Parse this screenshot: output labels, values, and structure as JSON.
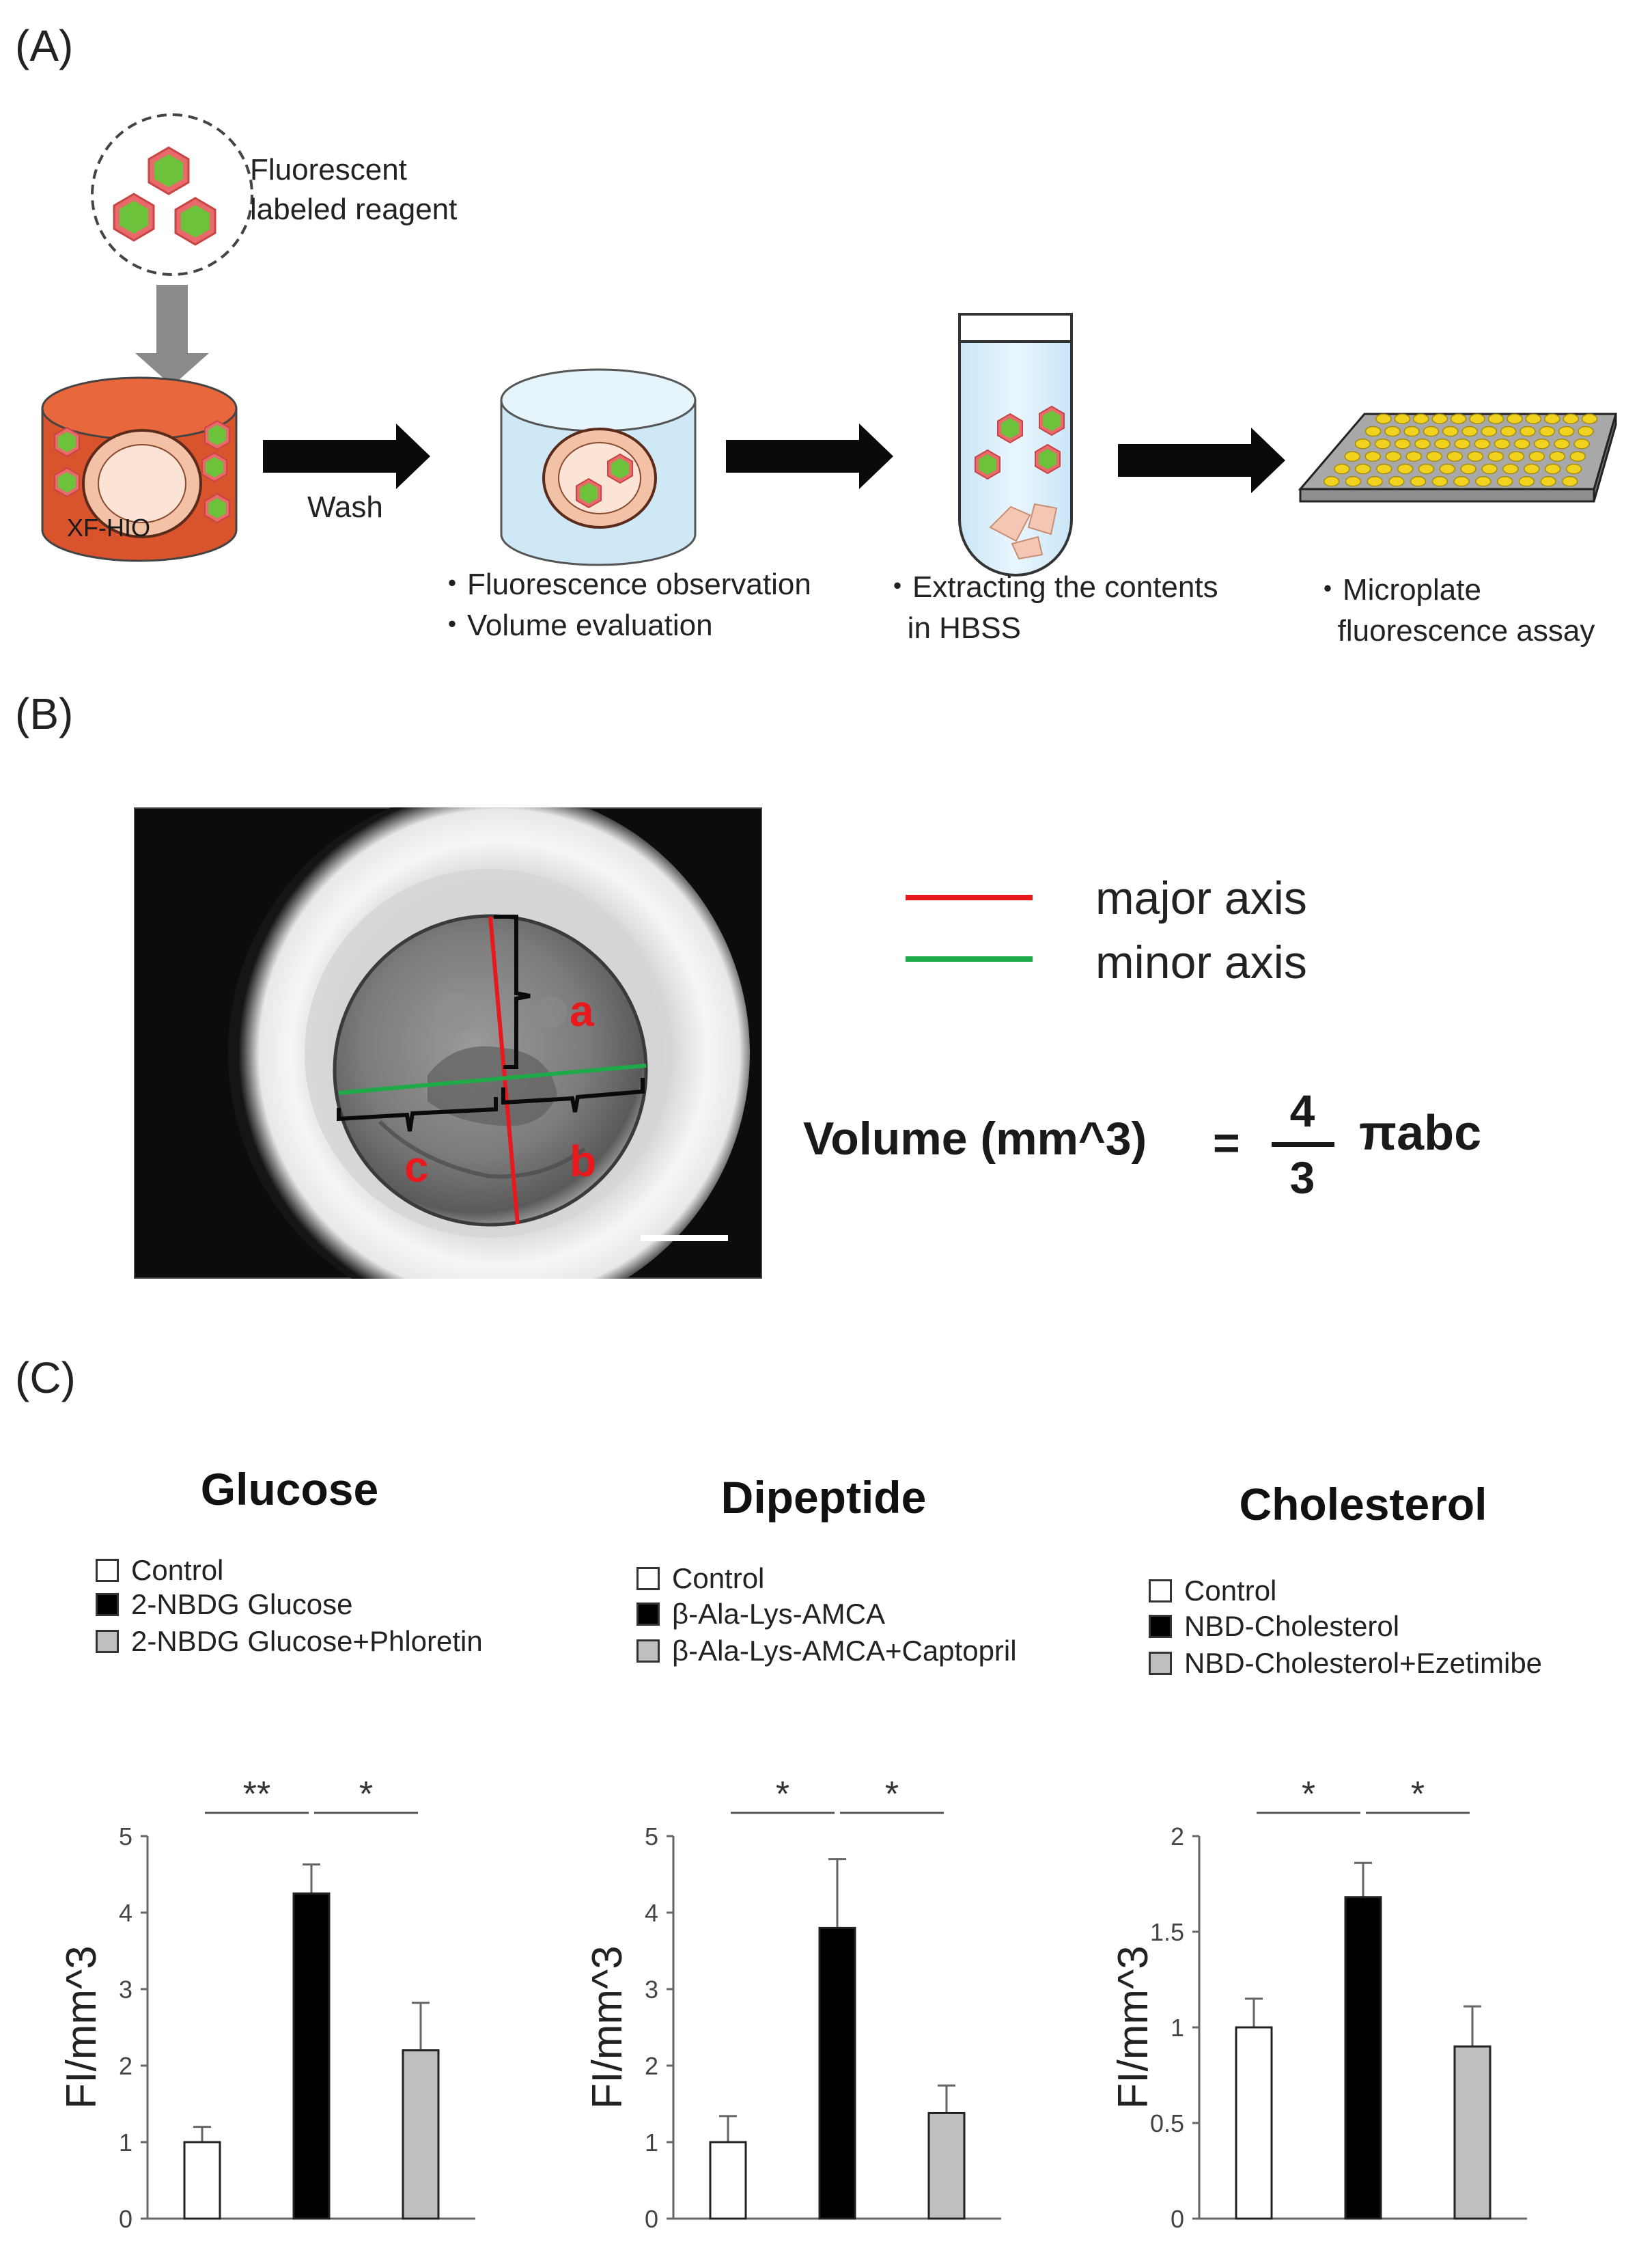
{
  "panel_a": {
    "label": "(A)",
    "reagent_label": "Fluorescent\nlabeled reagent",
    "organoid_label": "XF-HIO",
    "wash_label": "Wash",
    "steps": [
      "・Fluorescence observation\n・Volume evaluation",
      "・Extracting the contents\n   in HBSS",
      "・Microplate\n   fluorescence assay"
    ]
  },
  "panel_b": {
    "label": "(B)",
    "legend": [
      {
        "label": "major axis",
        "color": "#e8191c"
      },
      {
        "label": "minor axis",
        "color": "#1faa4a"
      }
    ],
    "axis_letters": [
      "a",
      "b",
      "c"
    ],
    "formula": {
      "left": "Volume (mm^3)",
      "eq": "=",
      "numerator": "4",
      "denominator": "3",
      "right": "πabc"
    }
  },
  "panel_c": {
    "label": "(C)",
    "ylabel": "FI/mm^3",
    "colors": {
      "control": "#ffffff",
      "labeled": "#000000",
      "inhibitor": "#bfbfbf"
    }
  },
  "chart_data": [
    {
      "type": "bar",
      "title": "Glucose",
      "categories": [
        "Control",
        "2-NBDG Glucose",
        "2-NBDG Glucose+Phloretin"
      ],
      "values": [
        1.0,
        4.25,
        2.2
      ],
      "errors": [
        0.2,
        0.38,
        0.62
      ],
      "ylabel": "FI/mm^3",
      "ylim": [
        0,
        5
      ],
      "yticks": [
        "0",
        "1",
        "2",
        "3",
        "4",
        "5"
      ],
      "significance": [
        {
          "from": 0,
          "to": 1,
          "label": "**"
        },
        {
          "from": 1,
          "to": 2,
          "label": "*"
        }
      ],
      "legend_placement": "top"
    },
    {
      "type": "bar",
      "title": "Dipeptide",
      "categories": [
        "Control",
        "β-Ala-Lys-AMCA",
        "β-Ala-Lys-AMCA+Captopril"
      ],
      "values": [
        1.0,
        3.8,
        1.38
      ],
      "errors": [
        0.34,
        0.9,
        0.36
      ],
      "ylabel": "FI/mm^3",
      "ylim": [
        0,
        5
      ],
      "yticks": [
        "0",
        "1",
        "2",
        "3",
        "4",
        "5"
      ],
      "significance": [
        {
          "from": 0,
          "to": 1,
          "label": "*"
        },
        {
          "from": 1,
          "to": 2,
          "label": "*"
        }
      ],
      "legend_placement": "top"
    },
    {
      "type": "bar",
      "title": "Cholesterol",
      "categories": [
        "Control",
        "NBD-Cholesterol",
        "NBD-Cholesterol+Ezetimibe"
      ],
      "values": [
        1.0,
        1.68,
        0.9
      ],
      "errors": [
        0.15,
        0.18,
        0.21
      ],
      "ylabel": "FI/mm^3",
      "ylim": [
        0,
        2
      ],
      "yticks": [
        "0",
        "0.5",
        "1",
        "1.5",
        "2"
      ],
      "significance": [
        {
          "from": 0,
          "to": 1,
          "label": "*"
        },
        {
          "from": 1,
          "to": 2,
          "label": "*"
        }
      ],
      "legend_placement": "top"
    }
  ]
}
